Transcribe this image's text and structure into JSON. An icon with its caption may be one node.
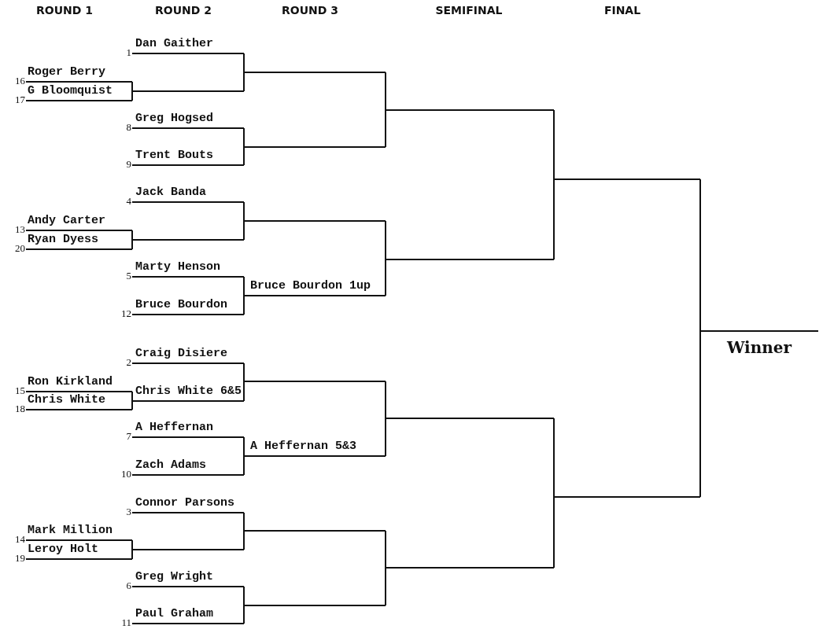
{
  "diagram": {
    "nodes": [
      {
        "text": [
          "Roger Berry"
        ],
        "beside": [
          "16"
        ]
      },
      {
        "text": [
          "G Bloomquist"
        ],
        "beside": [
          "17"
        ]
      },
      {
        "text": [
          "Andy Carter"
        ],
        "beside": [
          "13"
        ]
      },
      {
        "text": [
          "Ryan Dyess"
        ],
        "beside": [
          "20"
        ]
      },
      {
        "text": [
          "Ron Kirkland"
        ],
        "beside": [
          "15"
        ]
      },
      {
        "text": [
          "Chris White"
        ],
        "beside": [
          "18"
        ]
      },
      {
        "text": [
          "Mark Million"
        ],
        "beside": [
          "14"
        ]
      },
      {
        "text": [
          "Leroy Holt"
        ],
        "beside": [
          "19"
        ]
      },
      {
        "text": [
          "Dan Gaither"
        ],
        "beside": [
          "1"
        ]
      },
      {
        "text": [],
        "shape": "line"
      },
      {
        "text": [
          "Greg Hogsed"
        ],
        "beside": [
          "8"
        ]
      },
      {
        "text": [
          "Trent Bouts"
        ],
        "beside": [
          "9"
        ]
      },
      {
        "text": [
          "Jack Banda"
        ],
        "beside": [
          "4"
        ]
      },
      {
        "text": [],
        "shape": "line"
      },
      {
        "text": [
          "Marty Henson"
        ],
        "beside": [
          "5"
        ]
      },
      {
        "text": [
          "Bruce Bourdon"
        ],
        "beside": [
          "12"
        ]
      },
      {
        "text": [
          "Craig Disiere"
        ],
        "beside": [
          "2"
        ]
      },
      {
        "text": [
          "Chris White 6&5"
        ]
      },
      {
        "text": [
          "A Heffernan"
        ],
        "beside": [
          "7"
        ]
      },
      {
        "text": [
          "Zach Adams"
        ],
        "beside": [
          "10"
        ]
      },
      {
        "text": [
          "Connor Parsons"
        ],
        "beside": [
          "3"
        ]
      },
      {
        "text": [],
        "shape": "line"
      },
      {
        "text": [
          "Greg Wright"
        ],
        "beside": [
          "6"
        ]
      },
      {
        "text": [
          "Paul Graham"
        ],
        "beside": [
          "11"
        ]
      },
      {
        "text": [],
        "shape": "line"
      },
      {
        "text": [],
        "shape": "line"
      },
      {
        "text": [],
        "shape": "line"
      },
      {
        "text": [
          "Bruce Bourdon 1up"
        ]
      },
      {
        "text": [],
        "shape": "line"
      },
      {
        "text": [
          "A Heffernan 5&3"
        ]
      },
      {
        "text": [],
        "shape": "line"
      },
      {
        "text": [],
        "shape": "line"
      },
      {
        "text": [],
        "shape": "line"
      },
      {
        "text": [],
        "shape": "line"
      },
      {
        "text": [],
        "shape": "line"
      },
      {
        "text": [],
        "shape": "line"
      },
      {
        "text": [],
        "shape": "line"
      },
      {
        "text": [],
        "shape": "line"
      },
      {
        "text": [
          "Winner"
        ]
      }
    ],
    "edges": [
      {
        "from": 0,
        "to": 9,
        "arrow": "none"
      },
      {
        "from": 1,
        "to": 9,
        "arrow": "none"
      },
      {
        "from": 2,
        "to": 13,
        "arrow": "none"
      },
      {
        "from": 3,
        "to": 13,
        "arrow": "none"
      },
      {
        "from": 4,
        "to": 17,
        "arrow": "none"
      },
      {
        "from": 5,
        "to": 17,
        "arrow": "none"
      },
      {
        "from": 6,
        "to": 21,
        "arrow": "none"
      },
      {
        "from": 7,
        "to": 21,
        "arrow": "none"
      },
      {
        "from": 8,
        "to": 24,
        "arrow": "none"
      },
      {
        "from": 9,
        "to": 24,
        "arrow": "none"
      },
      {
        "from": 10,
        "to": 25,
        "arrow": "none"
      },
      {
        "from": 11,
        "to": 25,
        "arrow": "none"
      },
      {
        "from": 12,
        "to": 26,
        "arrow": "none"
      },
      {
        "from": 13,
        "to": 26,
        "arrow": "none"
      },
      {
        "from": 14,
        "to": 27,
        "arrow": "none"
      },
      {
        "from": 15,
        "to": 27,
        "arrow": "none"
      },
      {
        "from": 16,
        "to": 28,
        "arrow": "none"
      },
      {
        "from": 17,
        "to": 28,
        "arrow": "none"
      },
      {
        "from": 18,
        "to": 29,
        "arrow": "none"
      },
      {
        "from": 19,
        "to": 29,
        "arrow": "none"
      },
      {
        "from": 20,
        "to": 30,
        "arrow": "none"
      },
      {
        "from": 21,
        "to": 30,
        "arrow": "none"
      },
      {
        "from": 22,
        "to": 31,
        "arrow": "none"
      },
      {
        "from": 23,
        "to": 31,
        "arrow": "none"
      },
      {
        "from": 24,
        "to": 32,
        "arrow": "none"
      },
      {
        "from": 25,
        "to": 32,
        "arrow": "none"
      },
      {
        "from": 26,
        "to": 33,
        "arrow": "none"
      },
      {
        "from": 27,
        "to": 33,
        "arrow": "none"
      },
      {
        "from": 28,
        "to": 34,
        "arrow": "none"
      },
      {
        "from": 29,
        "to": 34,
        "arrow": "none"
      },
      {
        "from": 30,
        "to": 35,
        "arrow": "none"
      },
      {
        "from": 31,
        "to": 35,
        "arrow": "none"
      },
      {
        "from": 32,
        "to": 36,
        "arrow": "none"
      },
      {
        "from": 33,
        "to": 36,
        "arrow": "none"
      },
      {
        "from": 34,
        "to": 37,
        "arrow": "none"
      },
      {
        "from": 35,
        "to": 37,
        "arrow": "none"
      },
      {
        "from": 36,
        "to": 38,
        "arrow": "none"
      },
      {
        "from": 37,
        "to": 38,
        "arrow": "none"
      }
    ],
    "labels": [
      "ROUND 1",
      "ROUND 2",
      "ROUND 3",
      "SEMIFINAL",
      "FINAL"
    ]
  }
}
